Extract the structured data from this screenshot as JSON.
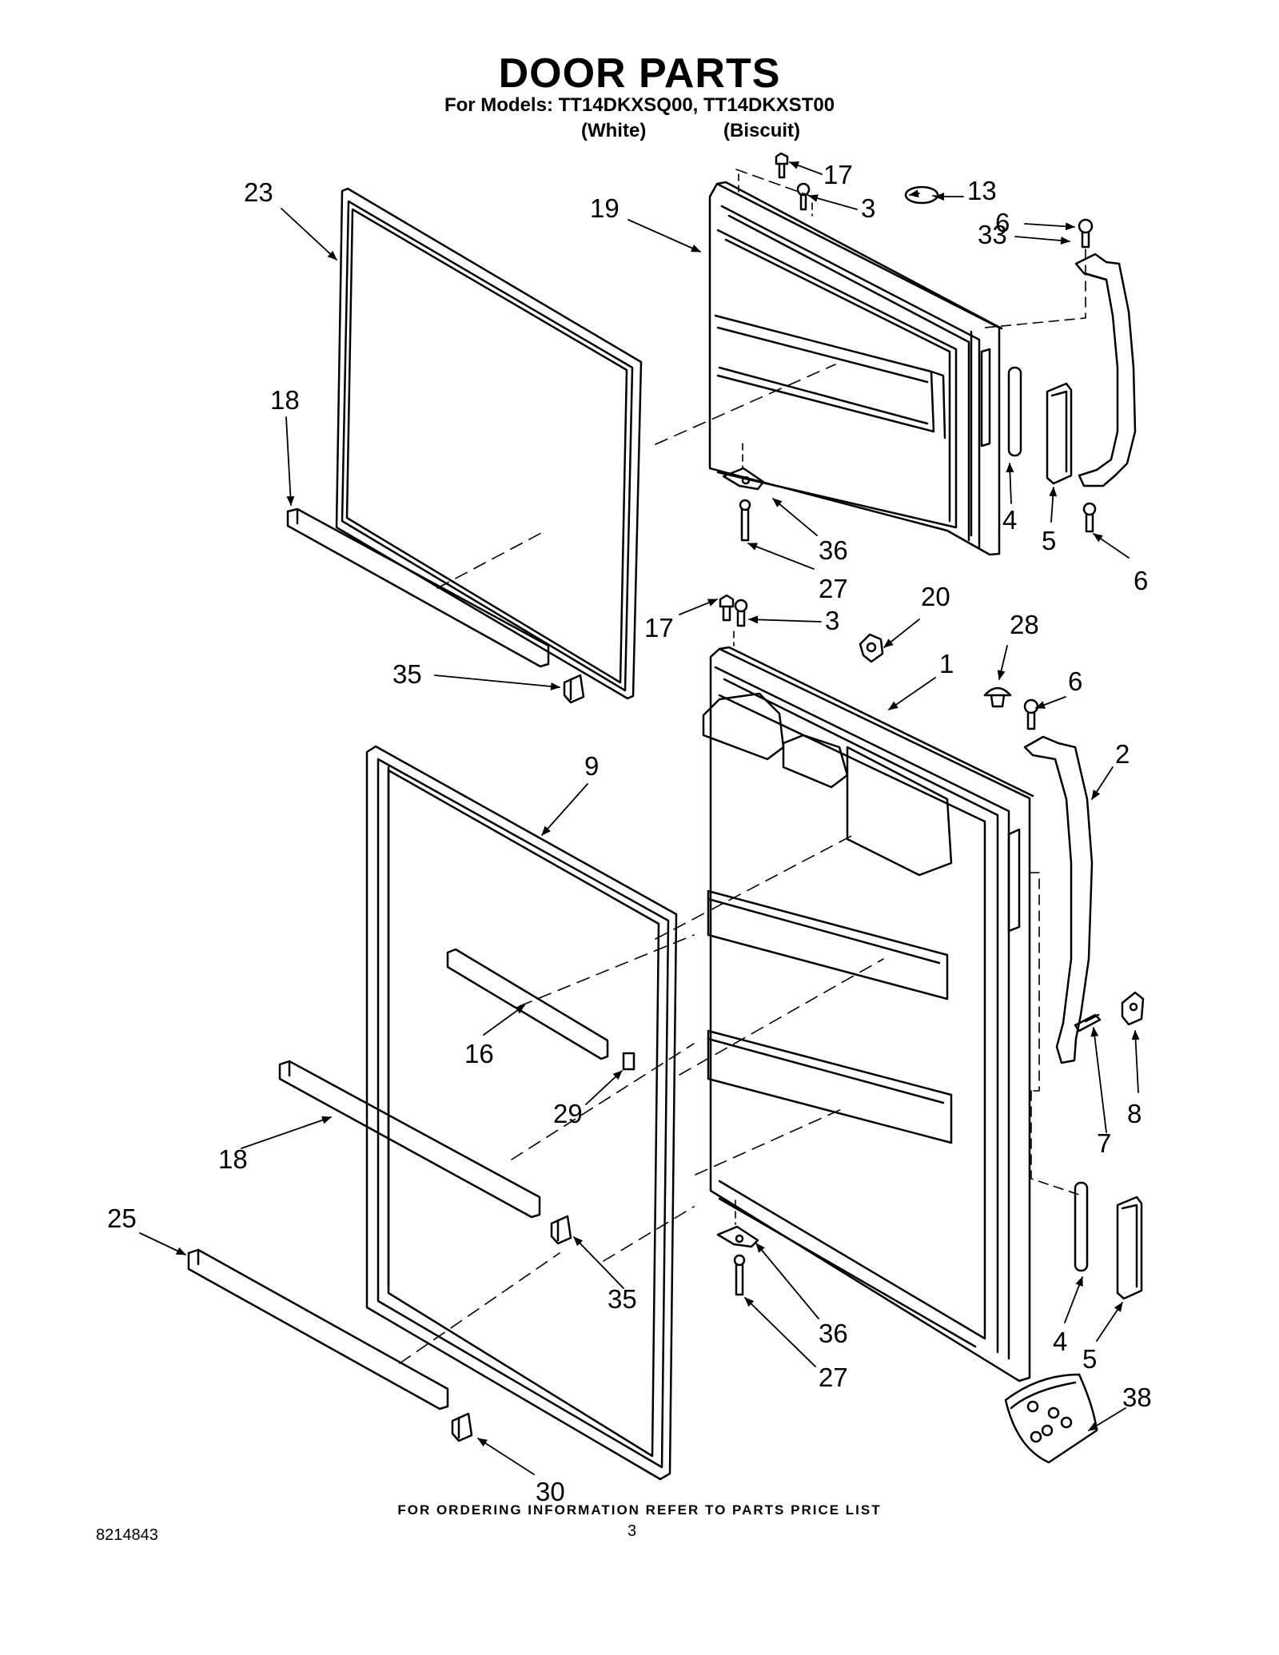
{
  "header": {
    "title": "DOOR PARTS",
    "models_line": "For Models: TT14DKXSQ00, TT14DKXST00",
    "variant_1": "(White)",
    "variant_2": "(Biscuit)"
  },
  "callouts": [
    "23",
    "19",
    "17",
    "3",
    "13",
    "6",
    "33",
    "18",
    "4",
    "5",
    "6",
    "36",
    "27",
    "17",
    "3",
    "20",
    "35",
    "1",
    "28",
    "6",
    "9",
    "2",
    "16",
    "29",
    "8",
    "7",
    "18",
    "25",
    "35",
    "36",
    "27",
    "4",
    "5",
    "38",
    "30"
  ],
  "footer": {
    "ordering_note": "FOR ORDERING INFORMATION REFER TO PARTS PRICE LIST",
    "doc_number": "8214843",
    "page_number": "3"
  }
}
